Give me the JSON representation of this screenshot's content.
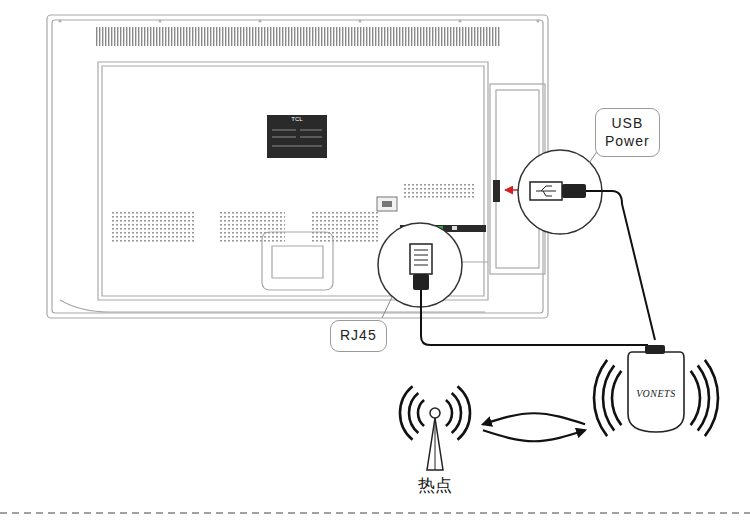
{
  "diagram": {
    "nodes": [
      {
        "text": [
          "USB Power"
        ]
      },
      {
        "text": [
          "RJ45"
        ]
      },
      {
        "text": [
          "热点"
        ]
      },
      {
        "text": [
          "VONETS"
        ]
      }
    ],
    "edges": [
      {
        "from": 3,
        "to": 2,
        "arrow": "to"
      },
      {
        "from": 2,
        "to": 3,
        "arrow": "to"
      }
    ],
    "labels": [
      "TCL"
    ]
  }
}
